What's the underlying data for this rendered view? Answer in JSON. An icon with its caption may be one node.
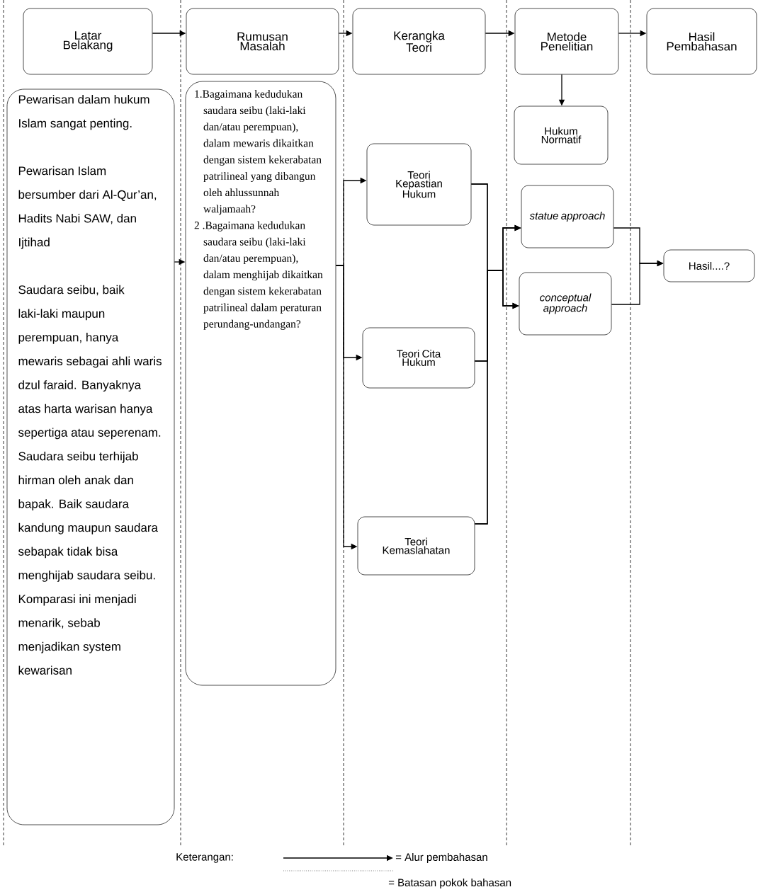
{
  "diagram": {
    "nodes": [
      {
        "text": [
          "Latar Belakang"
        ]
      },
      {
        "text": [
          "Rumusan Masalah"
        ]
      },
      {
        "text": [
          "Kerangka Teori"
        ]
      },
      {
        "text": [
          "Metode Penelitian"
        ]
      },
      {
        "text": [
          "Hasil Pembahasan"
        ]
      },
      {
        "text": [
          "Pewarisan dalam hukum Islam sangat penting.",
          "Pewarisan Islam bersumber dari Al-Qur’an, Hadits Nabi SAW, dan Ijtihad",
          "Saudara seibu, baik laki-laki maupun perempuan, hanya mewaris sebagai ahli waris dzul faraid. Banyaknya atas harta warisan hanya sepertiga atau seperenam. Saudara seibu terhijab hirman oleh anak dan bapak. Baik saudara kandung maupun saudara sebapak tidak bisa menghijab saudara seibu. Komparasi ini menjadi menarik, sebab menjadikan system kewarisan"
        ]
      },
      {
        "text": [
          "1.Bagaimana kedudukan saudara seibu (laki-laki dan/atau perempuan), dalam mewaris dikaitkan dengan sistem kekerabatan patrilineal yang dibangun oleh ahlussunnah waljamaah?",
          "2 .Bagaimana kedudukan saudara seibu (laki-laki dan/atau perempuan), dalam menghijab dikaitkan dengan sistem kekerabatan patrilineal dalam peraturan perundang-undangan?"
        ]
      },
      {
        "text": [
          "Teori Kepastian Hukum"
        ]
      },
      {
        "text": [
          "Teori Cita Hukum"
        ]
      },
      {
        "text": [
          "Teori Kemaslahatan"
        ]
      },
      {
        "text": [
          "Hukum Normatif"
        ]
      },
      {
        "text": [
          "statue approach"
        ]
      },
      {
        "text": [
          "conceptual approach"
        ]
      },
      {
        "text": [
          "Hasil....?"
        ]
      }
    ],
    "edges": [
      {
        "from": 0,
        "to": 1,
        "arrow": "to"
      },
      {
        "from": 1,
        "to": 2,
        "arrow": "to"
      },
      {
        "from": 2,
        "to": 3,
        "arrow": "to"
      },
      {
        "from": 3,
        "to": 4,
        "arrow": "to"
      },
      {
        "from": 3,
        "to": 10,
        "arrow": "to"
      },
      {
        "from": 5,
        "to": 6,
        "arrow": "to"
      },
      {
        "from": 6,
        "to": 7,
        "arrow": "to"
      },
      {
        "from": 6,
        "to": 8,
        "arrow": "to"
      },
      {
        "from": 6,
        "to": 9,
        "arrow": "to"
      },
      {
        "from": 7,
        "to": 11,
        "arrow": "to"
      },
      {
        "from": 7,
        "to": 12,
        "arrow": "to"
      },
      {
        "from": 8,
        "to": 11,
        "arrow": "to"
      },
      {
        "from": 8,
        "to": 12,
        "arrow": "to"
      },
      {
        "from": 9,
        "to": 11,
        "arrow": "to"
      },
      {
        "from": 9,
        "to": 12,
        "arrow": "to"
      },
      {
        "from": 11,
        "to": 13,
        "arrow": "to"
      },
      {
        "from": 12,
        "to": 13,
        "arrow": "to"
      }
    ],
    "labels": [
      "Keterangan:"
    ],
    "legend": [
      {
        "text": "= Alur pembahasan"
      },
      {
        "text": "= Batasan pokok bahasan"
      }
    ]
  }
}
